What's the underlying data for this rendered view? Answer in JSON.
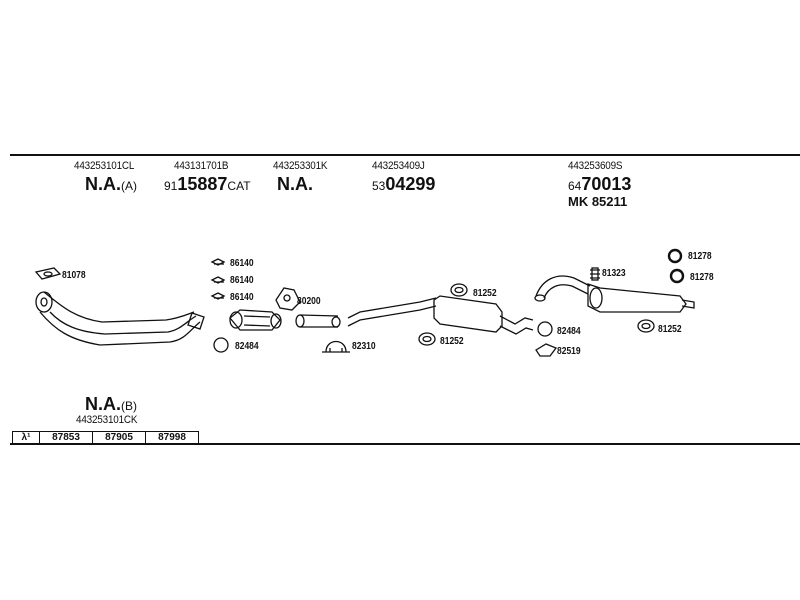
{
  "header": {
    "groups": [
      {
        "ref": "443253101CL",
        "line1_main": "N.A.",
        "line1_suffix": "(A)"
      },
      {
        "ref": "443131701B",
        "line1_prefix": "91",
        "line1_main": "15887",
        "line1_suffix": "CAT"
      },
      {
        "ref": "443253301K",
        "line1_main": "N.A."
      },
      {
        "ref": "443253409J",
        "line1_prefix": "53",
        "line1_main": "04299"
      },
      {
        "ref": "443253609S",
        "line1_prefix": "64",
        "line1_main": "70013",
        "line2": "MK  85211"
      }
    ]
  },
  "labels": {
    "l81078": "81078",
    "l86140a": "86140",
    "l86140b": "86140",
    "l86140c": "86140",
    "l80200": "80200",
    "l82484a": "82484",
    "l82310": "82310",
    "l81252a": "81252",
    "l81252b": "81252",
    "l81323": "81323",
    "l81278a": "81278",
    "l81278b": "81278",
    "l82484b": "82484",
    "l82519": "82519",
    "l81252c": "81252"
  },
  "footer": {
    "na_main": "N.A.",
    "na_suffix": "(B)",
    "na_ref": "443253101CK",
    "codes": [
      "λ¹",
      "87853",
      "87905",
      "87998"
    ]
  }
}
